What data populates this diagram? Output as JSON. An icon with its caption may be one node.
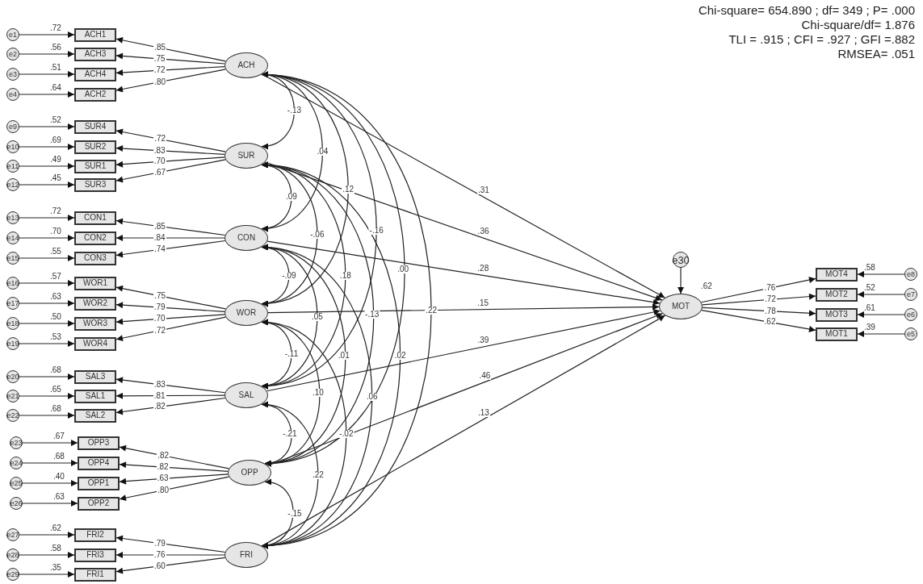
{
  "diagram": {
    "nodes": [
      {
        "text": [
          "e1"
        ]
      },
      {
        "text": [
          "e2"
        ]
      },
      {
        "text": [
          "e3"
        ]
      },
      {
        "text": [
          "e4"
        ]
      },
      {
        "text": [
          "ACH1"
        ],
        "beside": [
          ".72"
        ]
      },
      {
        "text": [
          "ACH3"
        ],
        "beside": [
          ".56"
        ]
      },
      {
        "text": [
          "ACH4"
        ],
        "beside": [
          ".51"
        ]
      },
      {
        "text": [
          "ACH2"
        ],
        "beside": [
          ".64"
        ]
      },
      {
        "text": [
          "ACH"
        ]
      },
      {
        "text": [
          "e9"
        ]
      },
      {
        "text": [
          "e10"
        ]
      },
      {
        "text": [
          "e11"
        ]
      },
      {
        "text": [
          "e12"
        ]
      },
      {
        "text": [
          "SUR4"
        ],
        "beside": [
          ".52"
        ]
      },
      {
        "text": [
          "SUR2"
        ],
        "beside": [
          ".69"
        ]
      },
      {
        "text": [
          "SUR1"
        ],
        "beside": [
          ".49"
        ]
      },
      {
        "text": [
          "SUR3"
        ],
        "beside": [
          ".45"
        ]
      },
      {
        "text": [
          "SUR"
        ]
      },
      {
        "text": [
          "e13"
        ]
      },
      {
        "text": [
          "e14"
        ]
      },
      {
        "text": [
          "e15"
        ]
      },
      {
        "text": [
          "CON1"
        ],
        "beside": [
          ".72"
        ]
      },
      {
        "text": [
          "CON2"
        ],
        "beside": [
          ".70"
        ]
      },
      {
        "text": [
          "CON3"
        ],
        "beside": [
          ".55"
        ]
      },
      {
        "text": [
          "CON"
        ]
      },
      {
        "text": [
          "e16"
        ]
      },
      {
        "text": [
          "e17"
        ]
      },
      {
        "text": [
          "e18"
        ]
      },
      {
        "text": [
          "e19"
        ]
      },
      {
        "text": [
          "WOR1"
        ],
        "beside": [
          ".57"
        ]
      },
      {
        "text": [
          "WOR2"
        ],
        "beside": [
          ".63"
        ]
      },
      {
        "text": [
          "WOR3"
        ],
        "beside": [
          ".50"
        ]
      },
      {
        "text": [
          "WOR4"
        ],
        "beside": [
          ".53"
        ]
      },
      {
        "text": [
          "WOR"
        ]
      },
      {
        "text": [
          "e20"
        ]
      },
      {
        "text": [
          "e21"
        ]
      },
      {
        "text": [
          "e22"
        ]
      },
      {
        "text": [
          "SAL3"
        ],
        "beside": [
          ".68"
        ]
      },
      {
        "text": [
          "SAL1"
        ],
        "beside": [
          ".65"
        ]
      },
      {
        "text": [
          "SAL2"
        ],
        "beside": [
          ".68"
        ]
      },
      {
        "text": [
          "SAL"
        ]
      },
      {
        "text": [
          "e23"
        ]
      },
      {
        "text": [
          "e24"
        ]
      },
      {
        "text": [
          "e25"
        ]
      },
      {
        "text": [
          "e26"
        ]
      },
      {
        "text": [
          "OPP3"
        ],
        "beside": [
          ".67"
        ]
      },
      {
        "text": [
          "OPP4"
        ],
        "beside": [
          ".68"
        ]
      },
      {
        "text": [
          "OPP1"
        ],
        "beside": [
          ".40"
        ]
      },
      {
        "text": [
          "OPP2"
        ],
        "beside": [
          ".63"
        ]
      },
      {
        "text": [
          "OPP"
        ]
      },
      {
        "text": [
          "e27"
        ]
      },
      {
        "text": [
          "e28"
        ]
      },
      {
        "text": [
          "e29"
        ]
      },
      {
        "text": [
          "FRI2"
        ],
        "beside": [
          ".62"
        ]
      },
      {
        "text": [
          "FRI3"
        ],
        "beside": [
          ".58"
        ]
      },
      {
        "text": [
          "FRI1"
        ],
        "beside": [
          ".35"
        ]
      },
      {
        "text": [
          "FRI"
        ]
      },
      {
        "text": [
          "e30"
        ]
      },
      {
        "text": [
          "MOT"
        ],
        "beside": [
          ".62"
        ]
      },
      {
        "text": [
          "MOT4"
        ],
        "beside": [
          ".58"
        ]
      },
      {
        "text": [
          "MOT2"
        ],
        "beside": [
          ".52"
        ]
      },
      {
        "text": [
          "MOT3"
        ],
        "beside": [
          ".61"
        ]
      },
      {
        "text": [
          "MOT1"
        ],
        "beside": [
          ".39"
        ]
      },
      {
        "text": [
          "e8"
        ]
      },
      {
        "text": [
          "e7"
        ]
      },
      {
        "text": [
          "e6"
        ]
      },
      {
        "text": [
          "e5"
        ]
      }
    ],
    "edges": [
      {
        "from": 0,
        "to": 4,
        "arrow": "to"
      },
      {
        "from": 1,
        "to": 5,
        "arrow": "to"
      },
      {
        "from": 2,
        "to": 6,
        "arrow": "to"
      },
      {
        "from": 3,
        "to": 7,
        "arrow": "to"
      },
      {
        "from": 9,
        "to": 13,
        "arrow": "to"
      },
      {
        "from": 10,
        "to": 14,
        "arrow": "to"
      },
      {
        "from": 11,
        "to": 15,
        "arrow": "to"
      },
      {
        "from": 12,
        "to": 16,
        "arrow": "to"
      },
      {
        "from": 18,
        "to": 21,
        "arrow": "to"
      },
      {
        "from": 19,
        "to": 22,
        "arrow": "to"
      },
      {
        "from": 20,
        "to": 23,
        "arrow": "to"
      },
      {
        "from": 25,
        "to": 29,
        "arrow": "to"
      },
      {
        "from": 26,
        "to": 30,
        "arrow": "to"
      },
      {
        "from": 27,
        "to": 31,
        "arrow": "to"
      },
      {
        "from": 28,
        "to": 32,
        "arrow": "to"
      },
      {
        "from": 34,
        "to": 37,
        "arrow": "to"
      },
      {
        "from": 35,
        "to": 38,
        "arrow": "to"
      },
      {
        "from": 36,
        "to": 39,
        "arrow": "to"
      },
      {
        "from": 41,
        "to": 45,
        "arrow": "to"
      },
      {
        "from": 42,
        "to": 46,
        "arrow": "to"
      },
      {
        "from": 43,
        "to": 47,
        "arrow": "to"
      },
      {
        "from": 44,
        "to": 48,
        "arrow": "to"
      },
      {
        "from": 50,
        "to": 53,
        "arrow": "to"
      },
      {
        "from": 51,
        "to": 54,
        "arrow": "to"
      },
      {
        "from": 52,
        "to": 55,
        "arrow": "to"
      },
      {
        "from": 8,
        "to": 4,
        "arrow": "to",
        "label": ".85"
      },
      {
        "from": 8,
        "to": 5,
        "arrow": "to",
        "label": ".75"
      },
      {
        "from": 8,
        "to": 6,
        "arrow": "to",
        "label": ".72"
      },
      {
        "from": 8,
        "to": 7,
        "arrow": "to",
        "label": ".80"
      },
      {
        "from": 17,
        "to": 13,
        "arrow": "to",
        "label": ".72"
      },
      {
        "from": 17,
        "to": 14,
        "arrow": "to",
        "label": ".83"
      },
      {
        "from": 17,
        "to": 15,
        "arrow": "to",
        "label": ".70"
      },
      {
        "from": 17,
        "to": 16,
        "arrow": "to",
        "label": ".67"
      },
      {
        "from": 24,
        "to": 21,
        "arrow": "to",
        "label": ".85"
      },
      {
        "from": 24,
        "to": 22,
        "arrow": "to",
        "label": ".84"
      },
      {
        "from": 24,
        "to": 23,
        "arrow": "to",
        "label": ".74"
      },
      {
        "from": 33,
        "to": 29,
        "arrow": "to",
        "label": ".75"
      },
      {
        "from": 33,
        "to": 30,
        "arrow": "to",
        "label": ".79"
      },
      {
        "from": 33,
        "to": 31,
        "arrow": "to",
        "label": ".70"
      },
      {
        "from": 33,
        "to": 32,
        "arrow": "to",
        "label": ".72"
      },
      {
        "from": 40,
        "to": 37,
        "arrow": "to",
        "label": ".83"
      },
      {
        "from": 40,
        "to": 38,
        "arrow": "to",
        "label": ".81"
      },
      {
        "from": 40,
        "to": 39,
        "arrow": "to",
        "label": ".82"
      },
      {
        "from": 49,
        "to": 45,
        "arrow": "to",
        "label": ".82"
      },
      {
        "from": 49,
        "to": 46,
        "arrow": "to",
        "label": ".82"
      },
      {
        "from": 49,
        "to": 47,
        "arrow": "to",
        "label": ".63"
      },
      {
        "from": 49,
        "to": 48,
        "arrow": "to",
        "label": ".80"
      },
      {
        "from": 56,
        "to": 53,
        "arrow": "to",
        "label": ".79"
      },
      {
        "from": 56,
        "to": 54,
        "arrow": "to",
        "label": ".76"
      },
      {
        "from": 56,
        "to": 55,
        "arrow": "to",
        "label": ".60"
      },
      {
        "from": 8,
        "to": 17,
        "arrow": "both",
        "label": "-.13"
      },
      {
        "from": 8,
        "to": 24,
        "arrow": "both",
        "label": ".04"
      },
      {
        "from": 8,
        "to": 33,
        "arrow": "both",
        "label": ".12"
      },
      {
        "from": 8,
        "to": 40,
        "arrow": "both",
        "label": "-.16"
      },
      {
        "from": 8,
        "to": 49,
        "arrow": "both",
        "label": ".00"
      },
      {
        "from": 8,
        "to": 56,
        "arrow": "both",
        "label": ".22"
      },
      {
        "from": 17,
        "to": 24,
        "arrow": "both",
        "label": ".09"
      },
      {
        "from": 17,
        "to": 33,
        "arrow": "both",
        "label": "-.06"
      },
      {
        "from": 17,
        "to": 40,
        "arrow": "both",
        "label": ".18"
      },
      {
        "from": 17,
        "to": 49,
        "arrow": "both",
        "label": "-.13"
      },
      {
        "from": 17,
        "to": 56,
        "arrow": "both",
        "label": ".02"
      },
      {
        "from": 24,
        "to": 33,
        "arrow": "both",
        "label": "-.09"
      },
      {
        "from": 24,
        "to": 40,
        "arrow": "both",
        "label": ".05"
      },
      {
        "from": 24,
        "to": 49,
        "arrow": "both",
        "label": ".01"
      },
      {
        "from": 24,
        "to": 56,
        "arrow": "both",
        "label": ".06"
      },
      {
        "from": 33,
        "to": 40,
        "arrow": "both",
        "label": "-.11"
      },
      {
        "from": 33,
        "to": 49,
        "arrow": "both",
        "label": ".10"
      },
      {
        "from": 33,
        "to": 56,
        "arrow": "both",
        "label": "-.02"
      },
      {
        "from": 40,
        "to": 49,
        "arrow": "both",
        "label": "-.21"
      },
      {
        "from": 40,
        "to": 56,
        "arrow": "both",
        "label": ".22"
      },
      {
        "from": 49,
        "to": 56,
        "arrow": "both",
        "label": "-.15"
      },
      {
        "from": 8,
        "to": 58,
        "arrow": "to",
        "label": ".31"
      },
      {
        "from": 17,
        "to": 58,
        "arrow": "to",
        "label": ".36"
      },
      {
        "from": 24,
        "to": 58,
        "arrow": "to",
        "label": ".28"
      },
      {
        "from": 33,
        "to": 58,
        "arrow": "to",
        "label": ".15"
      },
      {
        "from": 40,
        "to": 58,
        "arrow": "to",
        "label": ".39"
      },
      {
        "from": 49,
        "to": 58,
        "arrow": "to",
        "label": ".46"
      },
      {
        "from": 56,
        "to": 58,
        "arrow": "to",
        "label": ".13"
      },
      {
        "from": 57,
        "to": 58,
        "arrow": "to"
      },
      {
        "from": 58,
        "to": 59,
        "arrow": "to",
        "label": ".76"
      },
      {
        "from": 58,
        "to": 60,
        "arrow": "to",
        "label": ".72"
      },
      {
        "from": 58,
        "to": 61,
        "arrow": "to",
        "label": ".78"
      },
      {
        "from": 58,
        "to": 62,
        "arrow": "to",
        "label": ".62"
      },
      {
        "from": 63,
        "to": 59,
        "arrow": "to"
      },
      {
        "from": 64,
        "to": 60,
        "arrow": "to"
      },
      {
        "from": 65,
        "to": 61,
        "arrow": "to"
      },
      {
        "from": 66,
        "to": 62,
        "arrow": "to"
      }
    ],
    "labels": [
      "Chi-square= 654.890 ; df= 349 ; P= .000",
      "Chi-square/df= 1.876",
      "TLI = .915 ; CFI = .927 ; GFI =.882",
      "RMSEA= .051"
    ]
  }
}
